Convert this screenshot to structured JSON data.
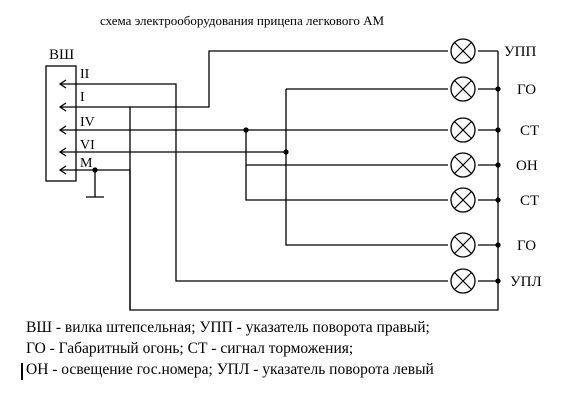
{
  "diagram": {
    "title": "схема электрооборудования прицепа легкового АМ",
    "connector_label": "ВШ",
    "pins": [
      "II",
      "I",
      "IV",
      "VI",
      "M"
    ],
    "lamps": [
      "УПП",
      "ГО",
      "СТ",
      "ОН",
      "СТ",
      "ГО",
      "УПЛ"
    ]
  },
  "legend": [
    "ВШ - вилка штепсельная; УПП - указатель поворота правый;",
    "ГО - Габаритный огонь; СТ - сигнал торможения;",
    "ОН - освещение гос.номера; УПЛ - указатель поворота левый"
  ]
}
